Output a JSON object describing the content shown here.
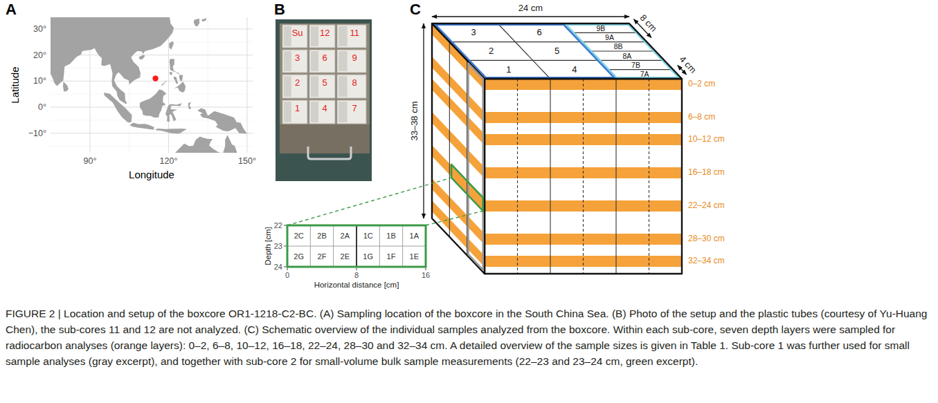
{
  "diagram": {
    "caption": "FIGURE 2 | Location and setup of the boxcore OR1-1218-C2-BC. (A) Sampling location of the boxcore in the South China Sea. (B) Photo of the setup and the plastic tubes (courtesy of Yu-Huang Chen), the sub-cores 11 and 12 are not analyzed. (C) Schematic overview of the individual samples analyzed from the boxcore. Within each sub-core, seven depth layers were sampled for radiocarbon analyses (orange layers): 0–2, 6–8, 10–12, 16–18, 22–24, 28–30 and 32–34 cm. A detailed overview of the sample sizes is given in Table 1. Sub-core 1 was further used for small sample analyses (gray excerpt), and together with sub-core 2 for small-volume bulk sample measurements (22–23 and 23–24 cm, green excerpt).",
    "labels": [
      "A",
      "30°",
      "20°",
      "10°",
      "0°",
      "−10°",
      "Latitude",
      "90°",
      "120°",
      "150°",
      "Longitude",
      "B",
      "Su",
      "12",
      "11",
      "3",
      "6",
      "9",
      "2",
      "5",
      "8",
      "1",
      "4",
      "7",
      "C",
      "24 cm",
      "8 cm",
      "4 cm",
      "33–38 cm",
      "3",
      "6",
      "9B",
      "9A",
      "2",
      "5",
      "8B",
      "8A",
      "1",
      "4",
      "7B",
      "7A",
      "0–2 cm",
      "6–8 cm",
      "10–12 cm",
      "16–18 cm",
      "22–24 cm",
      "28–30 cm",
      "32–34 cm",
      "Depth [cm]",
      "22",
      "23",
      "24",
      "2C",
      "2B",
      "2A",
      "1C",
      "1B",
      "1A",
      "2G",
      "2F",
      "2E",
      "1G",
      "1F",
      "1E",
      "0",
      "8",
      "16",
      "Horizontal distance [cm]"
    ]
  }
}
